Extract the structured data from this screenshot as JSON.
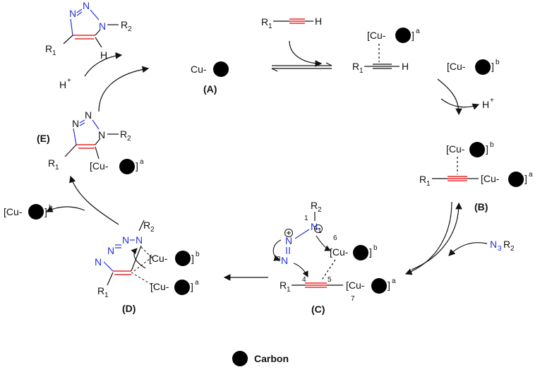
{
  "labels": {
    "A": "(A)",
    "B": "(B)",
    "C": "(C)",
    "D": "(D)",
    "E": "(E)",
    "cu": "Cu-",
    "cu_bracket": "[Cu-",
    "close": "]",
    "sup_a": "a",
    "sup_b": "b",
    "H": "H",
    "Hplus": "H",
    "plus": "+",
    "N": "N",
    "R": "R",
    "sub1": "1",
    "sub2": "2",
    "sub3": "3",
    "num1": "1",
    "num3": "3",
    "num4": "4",
    "num5": "5",
    "num6": "6",
    "num7": "7",
    "legend": "Carbon"
  },
  "colors": {
    "bond_red": "#e00000",
    "nitrogen_blue": "#2433d6",
    "ink": "#111111",
    "carbon": "#000000"
  }
}
